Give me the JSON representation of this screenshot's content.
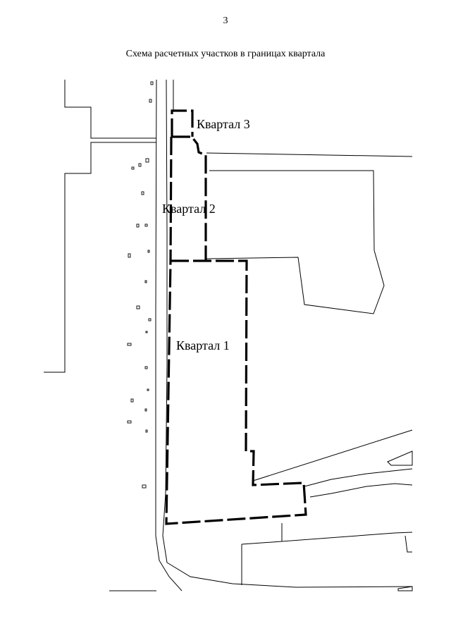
{
  "page": {
    "number": "3",
    "title": "Схема расчетных участков в границах квартала"
  },
  "quarters": [
    {
      "id": "q1",
      "label": "Квартал 1"
    },
    {
      "id": "q2",
      "label": "Квартал 2"
    },
    {
      "id": "q3",
      "label": "Квартал 3"
    }
  ]
}
